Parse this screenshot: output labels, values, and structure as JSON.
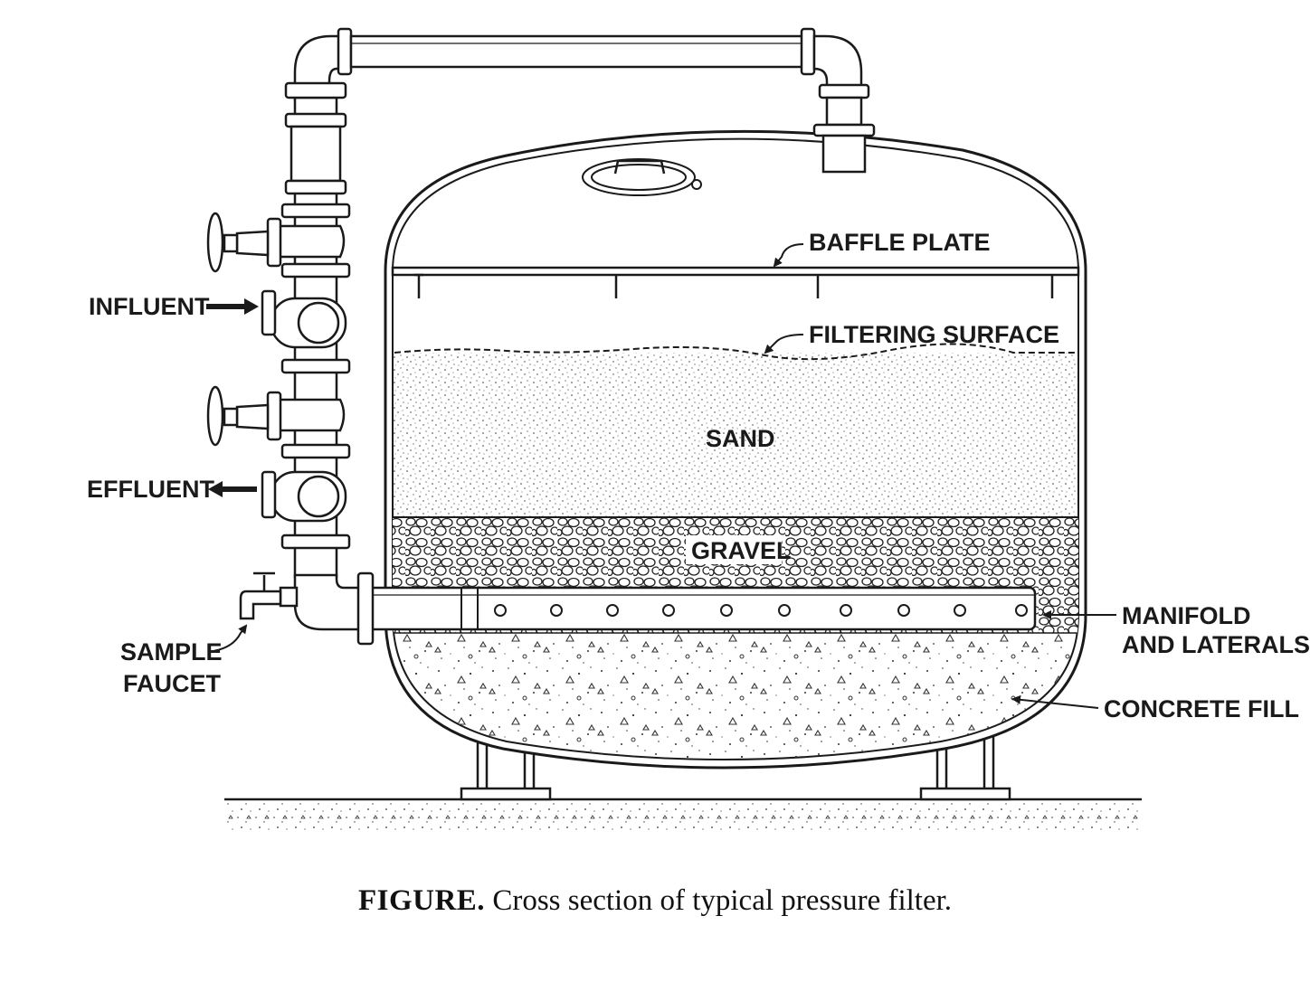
{
  "labels": {
    "baffle_plate": "BAFFLE PLATE",
    "filtering_surface": "FILTERING SURFACE",
    "sand": "SAND",
    "gravel": "GRAVEL",
    "influent": "INFLUENT",
    "effluent": "EFFLUENT",
    "sample_faucet_line1": "SAMPLE",
    "sample_faucet_line2": "FAUCET",
    "manifold_line1": "MANIFOLD",
    "manifold_line2": "AND LATERALS",
    "concrete_fill": "CONCRETE FILL"
  },
  "caption": {
    "prefix": "FIGURE.",
    "text": "Cross section of typical pressure filter."
  },
  "colors": {
    "ink": "#1a1a1a",
    "background": "#ffffff"
  }
}
